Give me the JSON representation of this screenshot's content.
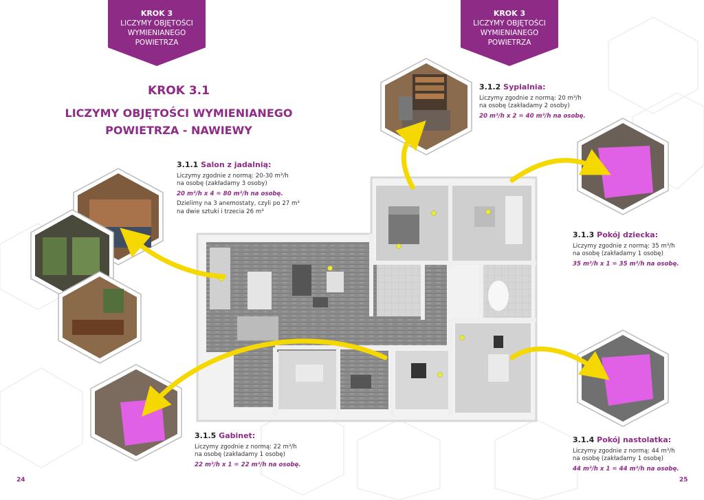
{
  "header": {
    "left": {
      "step": "KROK 3",
      "lines": [
        "LICZYMY OBJĘTOŚCI",
        "WYMIENIANEGO",
        "POWIETRZA"
      ]
    },
    "right": {
      "step": "KROK 3",
      "lines": [
        "LICZYMY OBJĘTOŚCI",
        "WYMIENIANEGO",
        "POWIETRZA"
      ]
    }
  },
  "title": {
    "line1": "KROK 3.1",
    "line2": "LICZYMY OBJĘTOŚCI WYMIENIANEGO",
    "line3": "POWIETRZA - NAWIEWY"
  },
  "rooms": {
    "salon": {
      "number": "3.1.1",
      "name": "Salon z jadalnią:",
      "desc_l1": "Liczymy zgodnie z normą: 20-30 m³/h",
      "desc_l2": "na osobę (zakładamy 3 osoby)",
      "equation": "20 m³/h x 4 = 80 m³/h na osobę.",
      "note_l1": "Dzielimy na 3 anemostaty, czyli po 27 m³",
      "note_l2": "na dwie sztuki i trzecia 26 m³"
    },
    "sypialnia": {
      "number": "3.1.2",
      "name": "Sypialnia:",
      "desc_l1": "Liczymy zgodnie z normą: 20 m³/h",
      "desc_l2": "na osobę (zakładamy 2 osoby)",
      "equation": "20 m³/h x 2 = 40 m³/h na osobę."
    },
    "dziecko": {
      "number": "3.1.3",
      "name": "Pokój dziecka:",
      "desc_l1": "Liczymy zgodnie z normą: 35 m³/h",
      "desc_l2": "na osobę (zakładamy 1 osobę)",
      "equation": "35 m³/h x 1 = 35 m³/h na osobę."
    },
    "nastolatek": {
      "number": "3.1.4",
      "name": "Pokój nastolatka:",
      "desc_l1": "Liczymy zgodnie z normą: 44 m³/h",
      "desc_l2": "na osobę (zakładamy 1 osobę)",
      "equation": "44 m³/h x 1 = 44 m³/h na osobę."
    },
    "gabinet": {
      "number": "3.1.5",
      "name": "Gabinet:",
      "desc_l1": "Liczymy zgodnie z normą: 22 m³/h",
      "desc_l2": "na osobę (zakładamy 1 osobę)",
      "equation": "22 m³/h x 1 = 22 m³/h na osobę."
    }
  },
  "pages": {
    "left": "24",
    "right": "25"
  },
  "colors": {
    "accent": "#8e2b86",
    "arrow": "#f5d800",
    "room_highlight": "#e060e6"
  }
}
